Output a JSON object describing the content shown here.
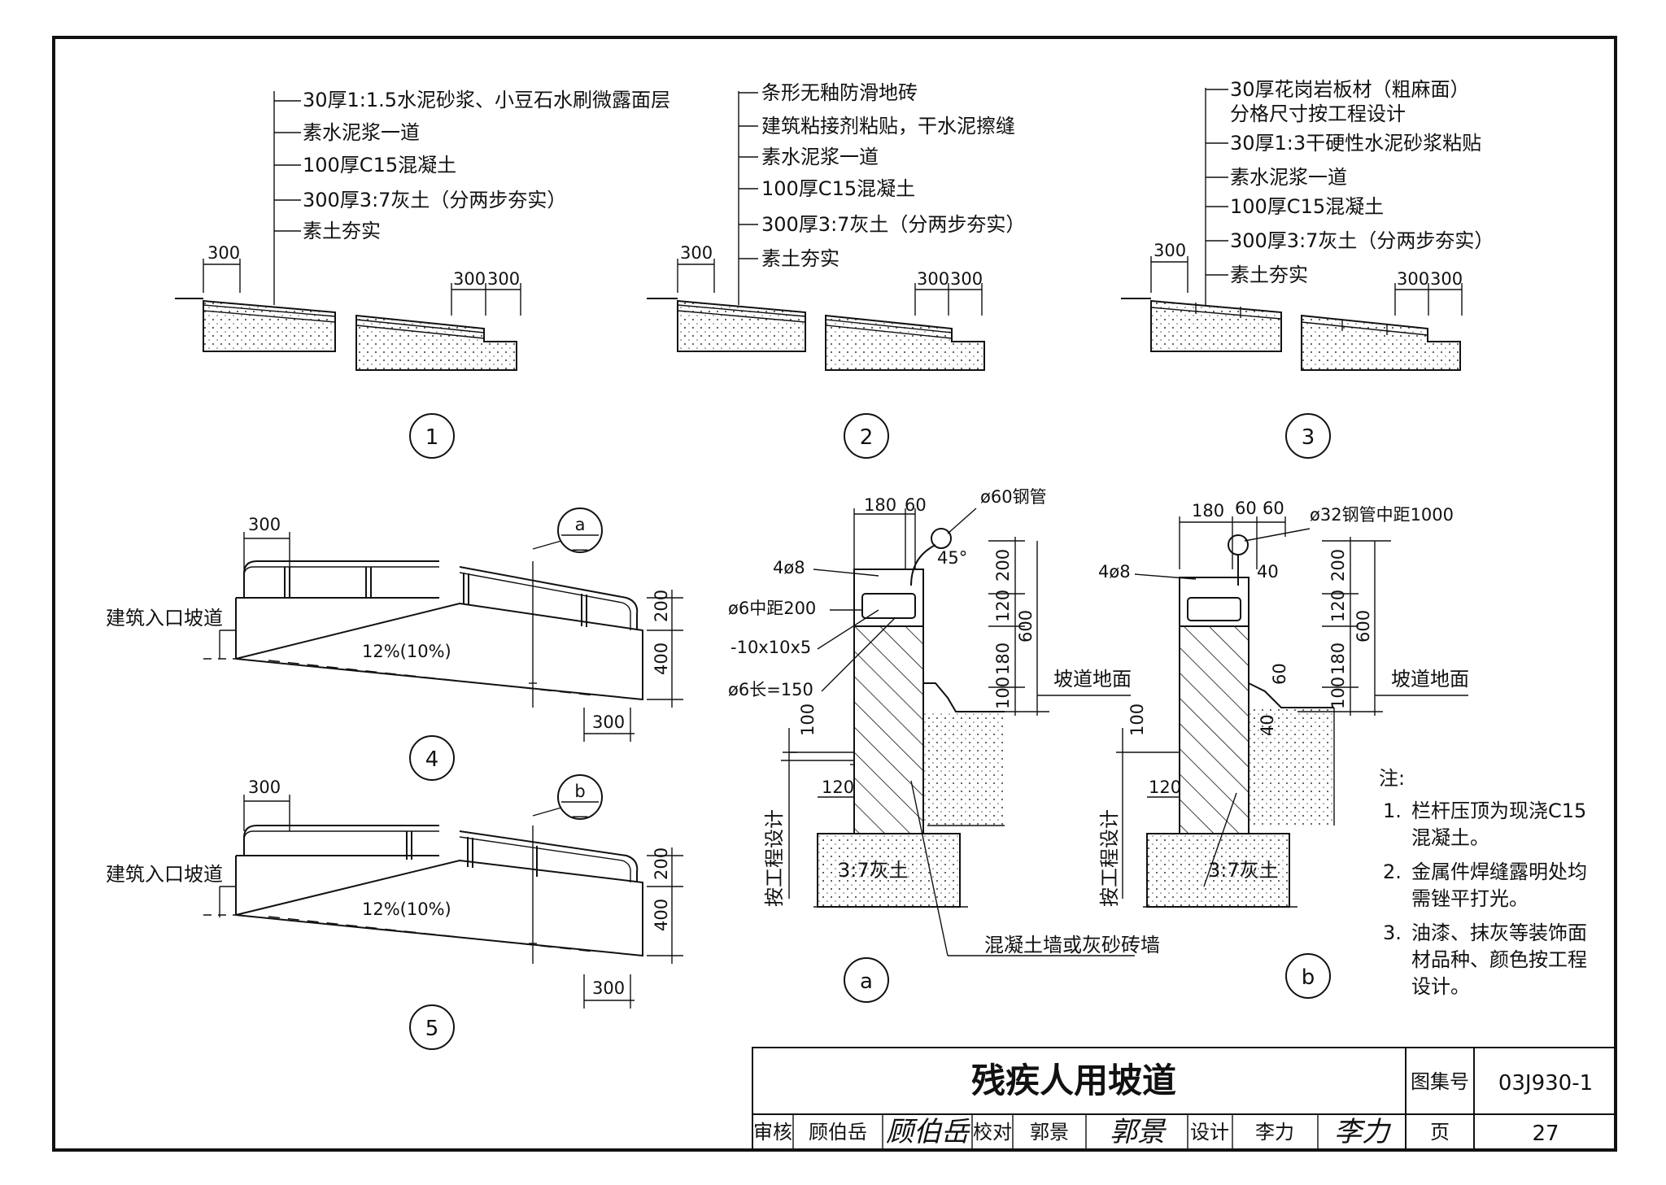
{
  "detail1": {
    "layers": [
      "30厚1:1.5水泥砂浆、小豆石水刷微露面层",
      "素水泥浆一道",
      "100厚C15混凝土",
      "300厚3:7灰土（分两步夯实）",
      "素土夯实"
    ],
    "dims": [
      "300",
      "300",
      "300"
    ],
    "label": "1"
  },
  "detail2": {
    "layers": [
      "条形无釉防滑地砖",
      "建筑粘接剂粘贴，干水泥擦缝",
      "素水泥浆一道",
      "100厚C15混凝土",
      "300厚3:7灰土（分两步夯实）",
      "素土夯实"
    ],
    "dims": [
      "300",
      "300",
      "300"
    ],
    "label": "2"
  },
  "detail3": {
    "layers": [
      "30厚花岗岩板材（粗麻面）",
      "分格尺寸按工程设计",
      "30厚1:3干硬性水泥砂浆粘贴",
      "素水泥浆一道",
      "100厚C15混凝土",
      "300厚3:7灰土（分两步夯实）",
      "素土夯实"
    ],
    "dims": [
      "300",
      "300",
      "300"
    ],
    "label": "3"
  },
  "detail4": {
    "entry": "建筑入口坡道",
    "slope": "12%(10%)",
    "dims": [
      "300",
      "200",
      "400",
      "300"
    ],
    "section": "a",
    "section_dash": "—",
    "label": "4"
  },
  "detail5": {
    "entry": "建筑入口坡道",
    "slope": "12%(10%)",
    "dims": [
      "300",
      "200",
      "400",
      "300"
    ],
    "section": "b",
    "section_dash": "—",
    "label": "5"
  },
  "sectionA": {
    "top_dims": [
      "180",
      "60"
    ],
    "pipe": "ø60钢管",
    "angle": "45°",
    "rebar": "4ø8",
    "stirrup": "ø6中距200",
    "plate": "-10x10x5",
    "anchor": "ø6长=150",
    "vert_dims": [
      "200",
      "120",
      "180",
      "100",
      "600"
    ],
    "ramp_floor": "坡道地面",
    "left_dims": [
      "100",
      "120"
    ],
    "by_design": "按工程设计",
    "soil": "3:7灰土",
    "wall": "混凝土墙或灰砂砖墙",
    "label": "a"
  },
  "sectionB": {
    "top_dims": [
      "180",
      "60",
      "60"
    ],
    "pipe": "ø32钢管中距1000",
    "rebar": "4ø8",
    "dim40": "40",
    "vert_dims": [
      "200",
      "120",
      "180",
      "100",
      "600"
    ],
    "side_dims": [
      "60",
      "40"
    ],
    "ramp_floor": "坡道地面",
    "left_dims": [
      "100",
      "120"
    ],
    "by_design": "按工程设计",
    "soil": "3:7灰土",
    "label": "b"
  },
  "notes": {
    "heading": "注:",
    "items": [
      {
        "num": "1.",
        "lines": [
          "栏杆压顶为现浇C15",
          "混凝土。"
        ]
      },
      {
        "num": "2.",
        "lines": [
          "金属件焊缝露明处均",
          "需锉平打光。"
        ]
      },
      {
        "num": "3.",
        "lines": [
          "油漆、抹灰等装饰面",
          "材品种、颜色按工程",
          "设计。"
        ]
      }
    ]
  },
  "titleblock": {
    "title": "残疾人用坡道",
    "atlas_label": "图集号",
    "atlas_no": "03J930-1",
    "page_label": "页",
    "page_no": "27",
    "review_label": "审核",
    "reviewer": "顾伯岳",
    "reviewer_sig": "顾伯岳",
    "check_label": "校对",
    "checker": "郭景",
    "checker_sig": "郭景",
    "design_label": "设计",
    "designer": "李力",
    "designer_sig": "李力"
  }
}
